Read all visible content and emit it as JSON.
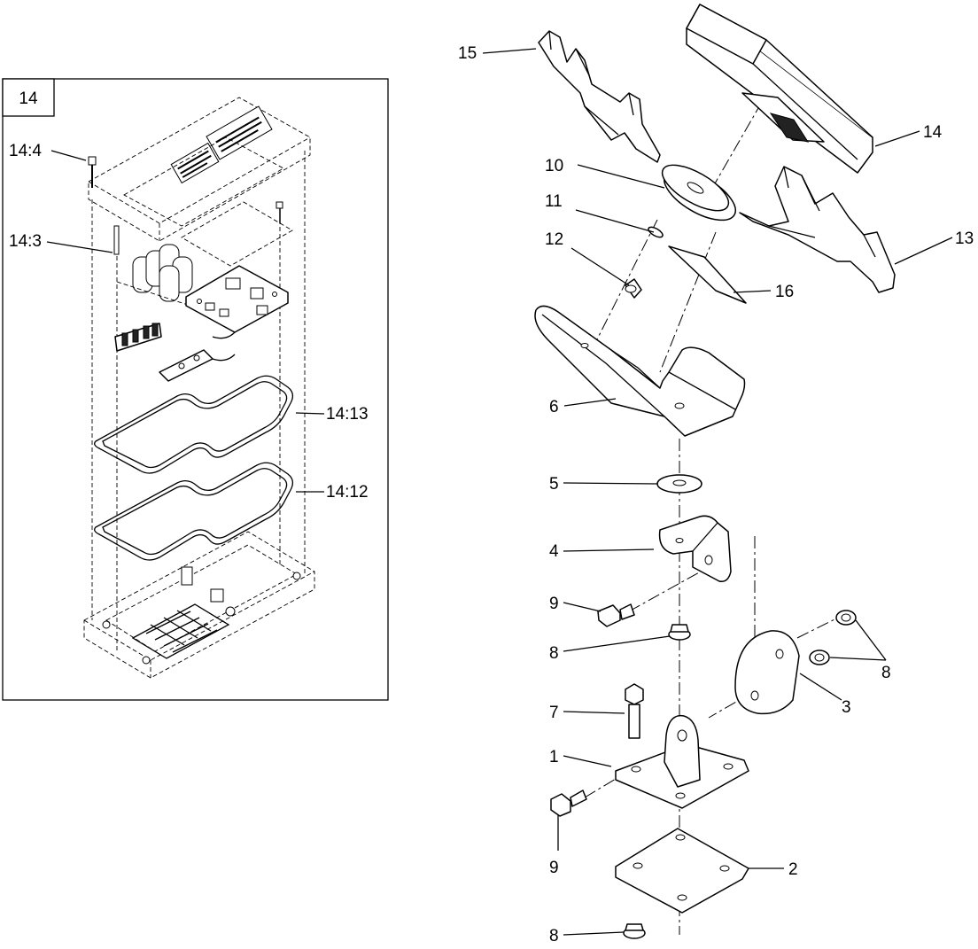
{
  "diagram": {
    "inset": {
      "label": "14",
      "callouts": [
        "14:4",
        "14:3",
        "14:13",
        "14:12"
      ]
    },
    "callouts": {
      "c15": "15",
      "c14": "14",
      "c10": "10",
      "c11": "11",
      "c12": "12",
      "c16": "16",
      "c13": "13",
      "c6": "6",
      "c5": "5",
      "c4": "4",
      "c9a": "9",
      "c8a": "8",
      "c8b": "8",
      "c3": "3",
      "c7": "7",
      "c1": "1",
      "c9b": "9",
      "c2": "2",
      "c8c": "8"
    }
  }
}
